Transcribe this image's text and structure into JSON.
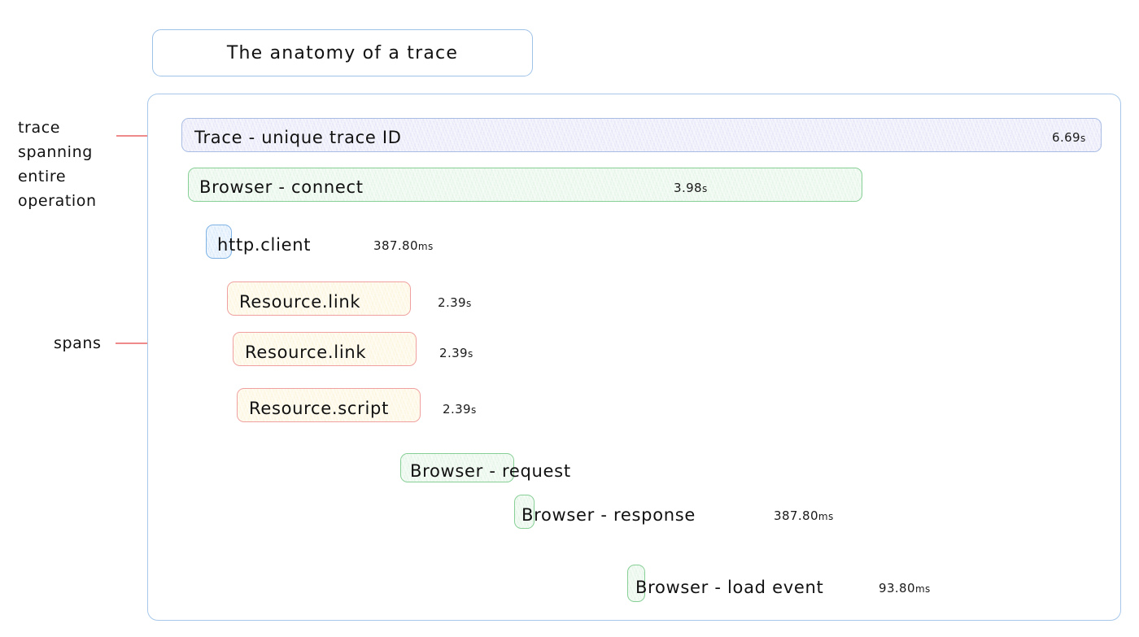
{
  "title": {
    "text": "The anatomy of a trace"
  },
  "annotations": [
    {
      "id": "trace-annotation",
      "text": "trace\nspanning\nentire\noperation"
    },
    {
      "id": "spans-annotation",
      "text": "spans"
    }
  ],
  "colors": {
    "trace_fill": "#dfdff7",
    "trace_border": "#a9bde4",
    "green_fill": "#ddf2e0",
    "green_border": "#86cf95",
    "blue_fill": "#cfe4fa",
    "blue_border": "#7fb3e6",
    "yellow_fill": "#fcf3d4",
    "yellow_border": "#f0a0a0",
    "container_border": "#a8c8ea",
    "annotation_line": "#ef8a8a"
  },
  "rows": [
    {
      "name": "trace-root",
      "label": "Trace - unique trace ID",
      "duration": "6.69",
      "duration_unit": "s",
      "duration_inside": true
    },
    {
      "name": "browser-connect",
      "label": "Browser - connect",
      "duration": "3.98",
      "duration_unit": "s",
      "duration_inside": true
    },
    {
      "name": "http-client",
      "label": "http.client",
      "duration": "387.80",
      "duration_unit": "ms",
      "duration_inside": false
    },
    {
      "name": "resource-link-1",
      "label": "Resource.link",
      "duration": "2.39",
      "duration_unit": "s",
      "duration_inside": false
    },
    {
      "name": "resource-link-2",
      "label": "Resource.link",
      "duration": "2.39",
      "duration_unit": "s",
      "duration_inside": false
    },
    {
      "name": "resource-script",
      "label": "Resource.script",
      "duration": "2.39",
      "duration_unit": "s",
      "duration_inside": false
    },
    {
      "name": "browser-request",
      "label": "Browser - request",
      "duration": "",
      "duration_unit": "",
      "duration_inside": false
    },
    {
      "name": "browser-response",
      "label": "Browser - response",
      "duration": "387.80",
      "duration_unit": "ms",
      "duration_inside": false
    },
    {
      "name": "browser-load-event",
      "label": "Browser - load event",
      "duration": "93.80",
      "duration_unit": "ms",
      "duration_inside": false
    }
  ]
}
